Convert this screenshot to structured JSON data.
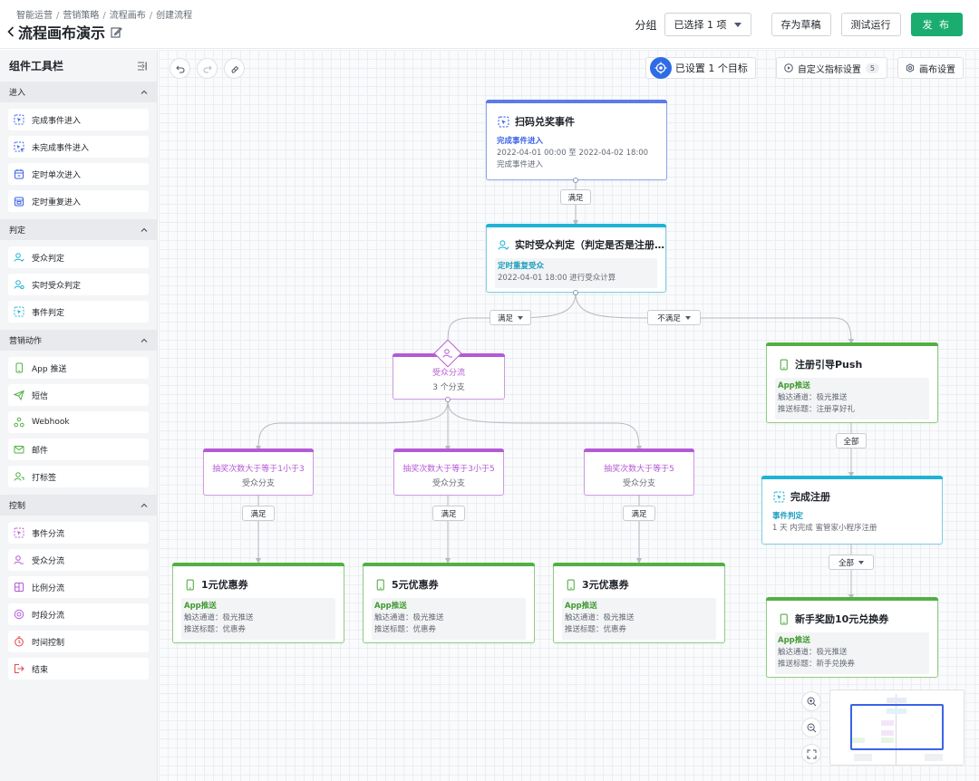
{
  "header": {
    "breadcrumb": [
      "智能运营",
      "营销策略",
      "流程画布",
      "创建流程"
    ],
    "title": "流程画布演示",
    "group_label": "分组",
    "group_select": "已选择 1 项",
    "save_draft": "存为草稿",
    "test_run": "测试运行",
    "publish": "发 布"
  },
  "sidebar": {
    "title": "组件工具栏",
    "sections": [
      {
        "label": "进入",
        "items": [
          "完成事件进入",
          "未完成事件进入",
          "定时单次进入",
          "定时重复进入"
        ]
      },
      {
        "label": "判定",
        "items": [
          "受众判定",
          "实时受众判定",
          "事件判定"
        ]
      },
      {
        "label": "营销动作",
        "items": [
          "App 推送",
          "短信",
          "Webhook",
          "邮件",
          "打标签"
        ]
      },
      {
        "label": "控制",
        "items": [
          "事件分流",
          "受众分流",
          "比例分流",
          "时段分流",
          "时间控制",
          "结束"
        ]
      }
    ]
  },
  "canvas": {
    "goal": "已设置 1 个目标",
    "custom_metrics": "自定义指标设置",
    "custom_metrics_count": "5",
    "canvas_settings": "画布设置",
    "nodes": {
      "scan": {
        "title": "扫码兑奖事件",
        "type": "完成事件进入",
        "line1": "2022-04-01 00:00 至 2022-04-02 18:00",
        "line2": "完成事件进入"
      },
      "realtime": {
        "title": "实时受众判定（判定是否是注册…",
        "type": "定时重复受众",
        "line1": "2022-04-01 18:00 进行受众计算"
      },
      "split": {
        "title": "受众分流",
        "sub": "3 个分支"
      },
      "b1": {
        "title": "抽奖次数大于等于1小于3",
        "sub": "受众分支"
      },
      "b2": {
        "title": "抽奖次数大于等于3小于5",
        "sub": "受众分支"
      },
      "b3": {
        "title": "抽奖次数大于等于5",
        "sub": "受众分支"
      },
      "c1": {
        "title": "1元优惠券",
        "type": "App推送",
        "line1": "触达通道：极光推送",
        "line2": "推送标题：优惠券"
      },
      "c2": {
        "title": "5元优惠券",
        "type": "App推送",
        "line1": "触达通道：极光推送",
        "line2": "推送标题：优惠券"
      },
      "c3": {
        "title": "3元优惠券",
        "type": "App推送",
        "line1": "触达通道：极光推送",
        "line2": "推送标题：优惠券"
      },
      "push": {
        "title": "注册引导Push",
        "type": "App推送",
        "line1": "触达通道：极光推送",
        "line2": "推送标题：注册享好礼"
      },
      "reg": {
        "title": "完成注册",
        "type": "事件判定",
        "line1": "1 天 内完成 蜜管家小程序注册"
      },
      "reward": {
        "title": "新手奖励10元兑换券",
        "type": "App推送",
        "line1": "触达通道：极光推送",
        "line2": "推送标题：新手兑换券"
      }
    },
    "labels": {
      "satisfy": "满足",
      "not_satisfy": "不满足",
      "all": "全部"
    }
  },
  "colors": {
    "blue": "#5b7be8",
    "cyan": "#1fb3d6",
    "purple": "#b55ad6",
    "green": "#52b043",
    "publish": "#1aad6f"
  }
}
